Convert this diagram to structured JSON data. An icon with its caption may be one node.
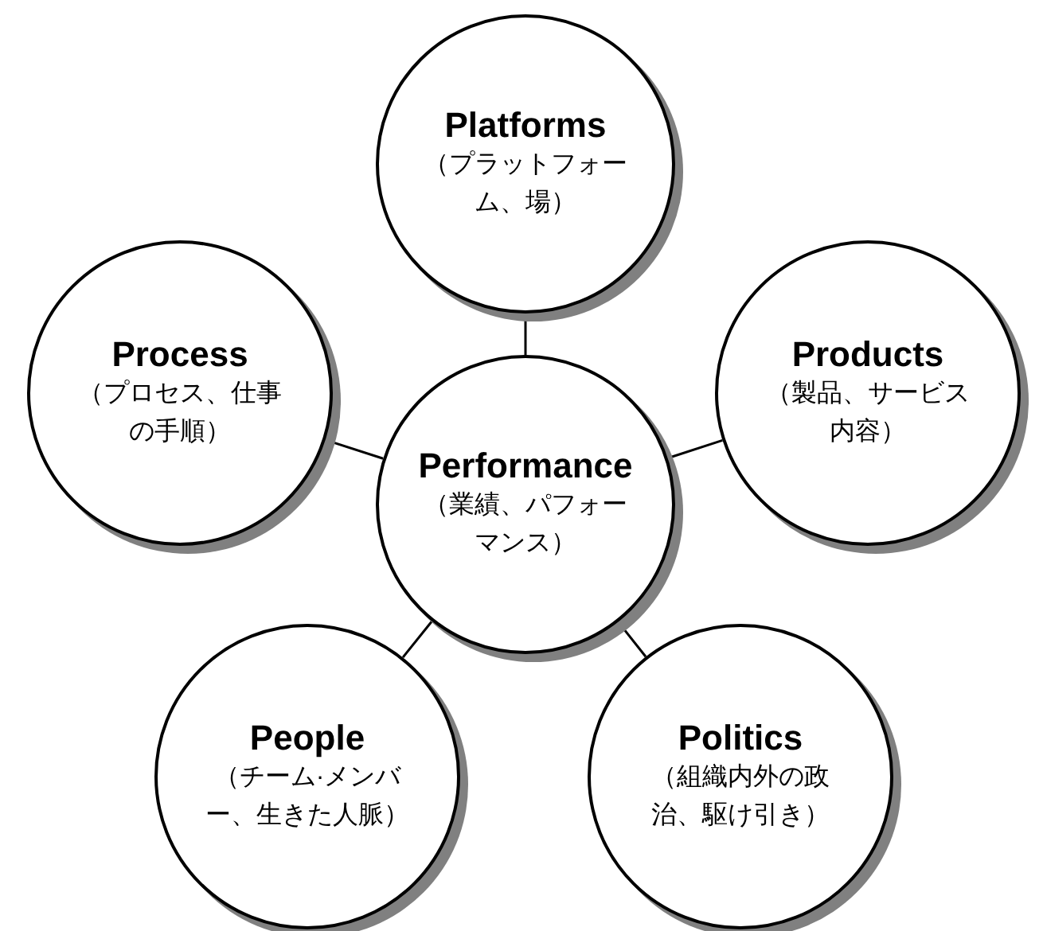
{
  "diagram": {
    "nodes": [
      {
        "text": [
          "Platforms",
          "（プラットフォーム、場）"
        ]
      },
      {
        "text": [
          "Process",
          "（プロセス、仕事の手順）"
        ]
      },
      {
        "text": [
          "Products",
          "（製品、サービス内容）"
        ]
      },
      {
        "text": [
          "Performance",
          "（業績、パフォーマンス）"
        ]
      },
      {
        "text": [
          "People",
          "（チーム·メンバー、生きた人脈）"
        ]
      },
      {
        "text": [
          "Politics",
          "（組織内外の政治、駆け引き）"
        ]
      }
    ],
    "edges": [
      {
        "from": 3,
        "to": 0,
        "arrow": "none"
      },
      {
        "from": 3,
        "to": 1,
        "arrow": "none"
      },
      {
        "from": 3,
        "to": 2,
        "arrow": "none"
      },
      {
        "from": 3,
        "to": 4,
        "arrow": "none"
      },
      {
        "from": 3,
        "to": 5,
        "arrow": "none"
      }
    ]
  }
}
